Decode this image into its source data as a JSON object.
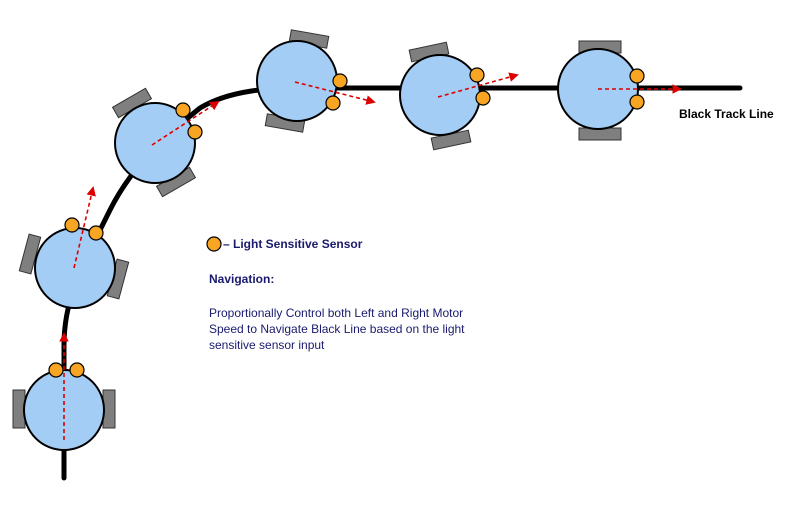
{
  "labels": {
    "track_line": "Black Track Line",
    "legend_sensor": "– Light Sensitive Sensor",
    "navigation_heading": "Navigation:",
    "navigation_lines": [
      "Proportionally Control both Left and Right Motor",
      "Speed to Navigate Black Line based on the light",
      "sensitive sensor input"
    ]
  },
  "colors": {
    "robot_body": "#a3cdf5",
    "sensor": "#f7a523",
    "wheel": "#7f7f7f",
    "track": "#000000",
    "heading_arrow": "#dd0000",
    "text": "#1a1a6e"
  },
  "robot_count": 6
}
